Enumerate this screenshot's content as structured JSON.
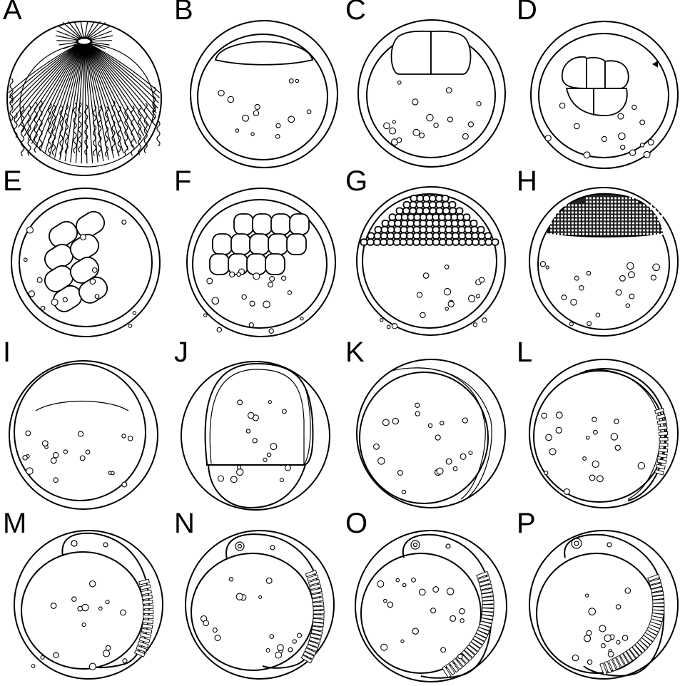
{
  "panels": [
    {
      "id": "A",
      "label": "A"
    },
    {
      "id": "B",
      "label": "B"
    },
    {
      "id": "C",
      "label": "C"
    },
    {
      "id": "D",
      "label": "D"
    },
    {
      "id": "E",
      "label": "E"
    },
    {
      "id": "F",
      "label": "F"
    },
    {
      "id": "G",
      "label": "G"
    },
    {
      "id": "H",
      "label": "H"
    },
    {
      "id": "I",
      "label": "I"
    },
    {
      "id": "J",
      "label": "J"
    },
    {
      "id": "K",
      "label": "K"
    },
    {
      "id": "L",
      "label": "L"
    },
    {
      "id": "M",
      "label": "M"
    },
    {
      "id": "N",
      "label": "N"
    },
    {
      "id": "O",
      "label": "O"
    },
    {
      "id": "P",
      "label": "P"
    }
  ],
  "colors": {
    "line": "#000000",
    "background": "#ffffff"
  }
}
